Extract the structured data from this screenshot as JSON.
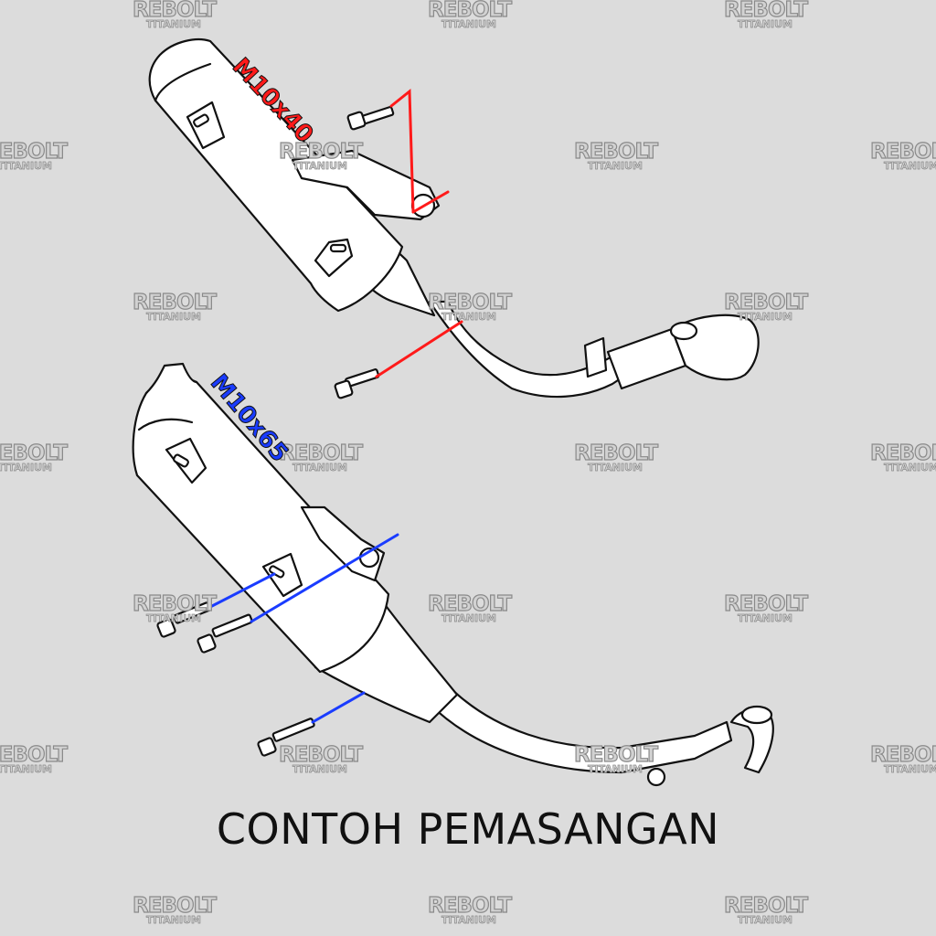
{
  "watermark": {
    "line1": "REBOLT",
    "line2": "TITANIUM"
  },
  "labels": {
    "top_bolt_size": "M10x40",
    "bottom_bolt_size": "M10x65"
  },
  "caption": "CONTOH PEMASANGAN",
  "colors": {
    "background": "#dcdcdc",
    "top_marker": "#ff1a1a",
    "bottom_marker": "#1a3cff",
    "outline": "#111111"
  }
}
